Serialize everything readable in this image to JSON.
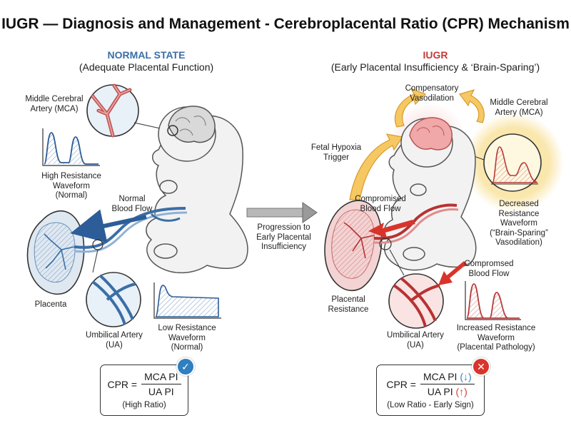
{
  "title": "IUGR — Diagnosis and Management - Cerebroplacental Ratio (CPR) Mechanism",
  "colors": {
    "normal_blue": "#3b6ea6",
    "iugr_red": "#c53a3a",
    "check_blue": "#2f7fc1",
    "cross_red": "#d9342b",
    "glow_yellow": "#f6d36a",
    "arrow_orange": "#f0b43c"
  },
  "normal": {
    "heading": "NORMAL STATE",
    "subheading": "(Adequate Placental Function)",
    "mca_label": [
      "Middle Cerebral",
      "Artery (MCA)"
    ],
    "mca_waveform_label": [
      "High Resistance",
      "Waveform",
      "(Normal)"
    ],
    "flow_label": [
      "Normal",
      "Blood Flow"
    ],
    "placenta_label": "Placenta",
    "ua_label": [
      "Umbilical Artery",
      "(UA)"
    ],
    "ua_waveform_label": [
      "Low Resistance",
      "Waveform",
      "(Normal)"
    ],
    "cpr": {
      "lhs": "CPR =",
      "numerator": "MCA PI",
      "denominator": "UA PI",
      "note": "(High Ratio)",
      "badge_icon": "checkmark-icon",
      "badge_symbol": "✓"
    }
  },
  "middle": {
    "transition_label": [
      "Progression to",
      "Early Placental",
      "Insufficiency"
    ]
  },
  "iugr": {
    "heading": "IUGR",
    "subheading": "(Early Placental Insufficiency & ‘Brain-Sparing’)",
    "vasodilation_label": [
      "Compensatory",
      "Vasodilation"
    ],
    "hypoxia_label": [
      "Fetal Hypoxia",
      "Trigger"
    ],
    "mca_label": [
      "Middle Cerebral",
      "Artery (MCA)"
    ],
    "mca_waveform_label": [
      "Decreased",
      "Resistance",
      "Waveform",
      "(“Brain-Sparing”",
      "Vasodilation)"
    ],
    "compromised_flow_label": [
      "Compromised",
      "Blood Flow"
    ],
    "compromised_flow_label_2": [
      "Compromsed",
      "Blood Flow"
    ],
    "placental_resistance_label": [
      "Placental",
      "Resistance"
    ],
    "ua_label": [
      "Umbilical Artery",
      "(UA)"
    ],
    "ua_waveform_label": [
      "Increased Resistance",
      "Waveform",
      "(Placental Pathology)"
    ],
    "cpr": {
      "lhs": "CPR =",
      "numerator": "MCA PI",
      "numerator_arrow": "(↓)",
      "denominator": "UA PI",
      "denominator_arrow": "(↑)",
      "note": "(Low Ratio - Early Sign)",
      "badge_icon": "cross-icon",
      "badge_symbol": "✕"
    }
  }
}
